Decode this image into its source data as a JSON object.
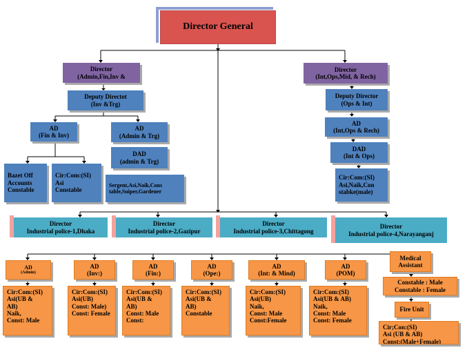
{
  "director_general": "Director General",
  "left_director": {
    "l1": "Director",
    "l2": "(Admin,Fin,Inv &"
  },
  "right_director": {
    "l1": "Director",
    "l2": "(Int,Ops,Mid, & Rech)"
  },
  "left_deputy": {
    "l1": "Deputy Directot",
    "l2": "(Inv &Trg)"
  },
  "right_deputy": {
    "l1": "Deputy Director",
    "l2": "(Ops & Int)"
  },
  "ad_fin_inv": {
    "l1": "AD",
    "l2": "(Fin & Inv)"
  },
  "ad_admin_trg": {
    "l1": "AD",
    "l2": "(Admin & Trg)"
  },
  "dad_admin_trg": {
    "l1": "DAD",
    "l2": "(admin & Trg)"
  },
  "bazet_off": {
    "l1": "Bazet Off",
    "l2": "Accounts",
    "l3": "Constable"
  },
  "cir_com_left": {
    "l1": "Cir:Com:(SI)",
    "l2": "Asi",
    "l3": "Constable"
  },
  "sergent": {
    "l1": "Sergent,Asi,Naik,Cons",
    "l2": "table,Suiper,Gardener"
  },
  "ad_int_ops": {
    "l1": "AD",
    "l2": "(Int,Ops & Rech)"
  },
  "dad_int_ops": {
    "l1": "DAD",
    "l2": "(Int & Ops)"
  },
  "cir_com_right": {
    "l1": "Cir:Com:(SI)",
    "l2": "Asi,Naik,Con",
    "l3": "stabke(male)"
  },
  "ip_directors": [
    {
      "l1": "Director",
      "l2": "Industrial police-1,Dhaka"
    },
    {
      "l1": "Director",
      "l2": "Industrial police-2,Gazipur"
    },
    {
      "l1": "Director",
      "l2": "Industrial police-3,Chittagong"
    },
    {
      "l1": "Director",
      "l2": "Industrial police-4,Narayanganj"
    }
  ],
  "ad_row": [
    {
      "l1": "AD",
      "l2": "(Admin)"
    },
    {
      "l1": "AD",
      "l2": "(Inv:)"
    },
    {
      "l1": "AD",
      "l2": "(Fin:)"
    },
    {
      "l1": "AD",
      "l2": "(Ope:)"
    },
    {
      "l1": "AD",
      "l2": "(Int: & Mind)"
    },
    {
      "l1": "AD",
      "l2": "(POM)"
    }
  ],
  "staff_row": [
    {
      "l1": "Cir:Com:(SI)",
      "l2": "Asi(UB &",
      "l3": "AB)",
      "l4": "Naik,",
      "l5": "Const: Male"
    },
    {
      "l1": "Cir:Com:(SI)",
      "l2": "Asi(UB)",
      "l3": "Const: Male)",
      "l4": "Const: Female",
      "l5": ""
    },
    {
      "l1": "Cir:Com:(SI)",
      "l2": "Asi(UB &",
      "l3": "AB)",
      "l4": "Const: Male",
      "l5": "Const:"
    },
    {
      "l1": "Cir:Com:(SI)",
      "l2": "Asi(UB &",
      "l3": "AB)",
      "l4": "Constable",
      "l5": ""
    },
    {
      "l1": "Cir:Com:(SI)",
      "l2": "Asi(UB)",
      "l3": "Naik,",
      "l4": "Const: Male",
      "l5": "Const:Female"
    },
    {
      "l1": "Cir:Com:(SI)",
      "l2": "Asi(UB & AB)",
      "l3": "Naik,",
      "l4": "Const: Male",
      "l5": "Const: Female"
    }
  ],
  "medical": {
    "l1": "Medical",
    "l2": "Assistant"
  },
  "medical_constable": {
    "l1": "Constable : Male",
    "l2": "Constable : Female"
  },
  "fire_unit": "Fire Unit",
  "fire_staff": {
    "l1": "Cir;Con:(SI)",
    "l2": "Asi (UB & AB)",
    "l3": "Const:(Male+Female)"
  }
}
